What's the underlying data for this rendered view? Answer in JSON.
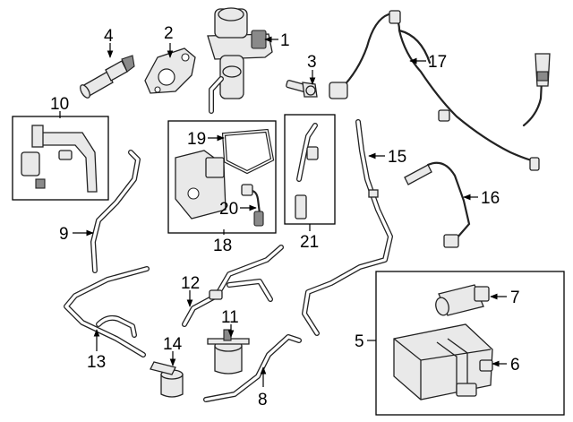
{
  "callouts": {
    "c1": "1",
    "c2": "2",
    "c3": "3",
    "c4": "4",
    "c5": "5",
    "c6": "6",
    "c7": "7",
    "c8": "8",
    "c9": "9",
    "c10": "10",
    "c11": "11",
    "c12": "12",
    "c13": "13",
    "c14": "14",
    "c15": "15",
    "c16": "16",
    "c17": "17",
    "c18": "18",
    "c19": "19",
    "c20": "20",
    "c21": "21"
  },
  "colors": {
    "line": "#222222",
    "fill": "#e9e9e9",
    "shade": "#8a8a8a",
    "background": "#ffffff"
  }
}
